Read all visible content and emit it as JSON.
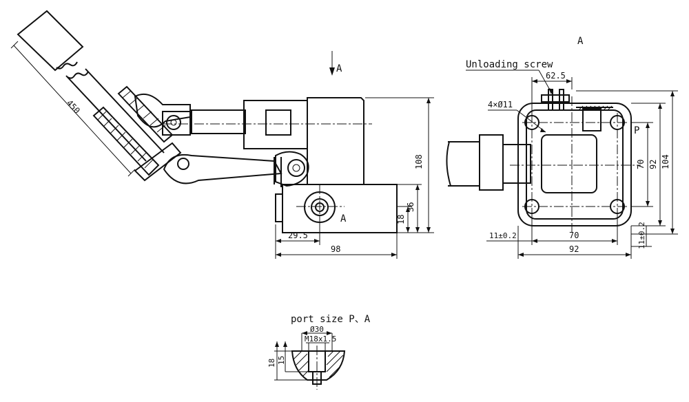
{
  "views": {
    "view_arrow_label": "A",
    "side_view_title": "A",
    "port_note": "port size P、A",
    "unloading_screw_label": "Unloading screw",
    "port_p_label": "P",
    "port_a_label": "A"
  },
  "dimensions": {
    "handle_length": "450",
    "overall_height": "108",
    "body_height": "36",
    "port_center_height": "18",
    "port_offset": "29.5",
    "body_length": "98",
    "screw_spacing": "62.5",
    "mount_holes": "4×Ø11",
    "hole_spacing_h": "70",
    "plate_width": "92",
    "hole_spacing_v": "70",
    "plate_height_inner": "92",
    "plate_height": "104",
    "edge_offset_h": "11±0.2",
    "edge_offset_v": "11±0.2",
    "port_dia": "Ø30",
    "port_thread": "M18x1.5",
    "port_depth_total": "18",
    "port_depth_thread": "15"
  }
}
